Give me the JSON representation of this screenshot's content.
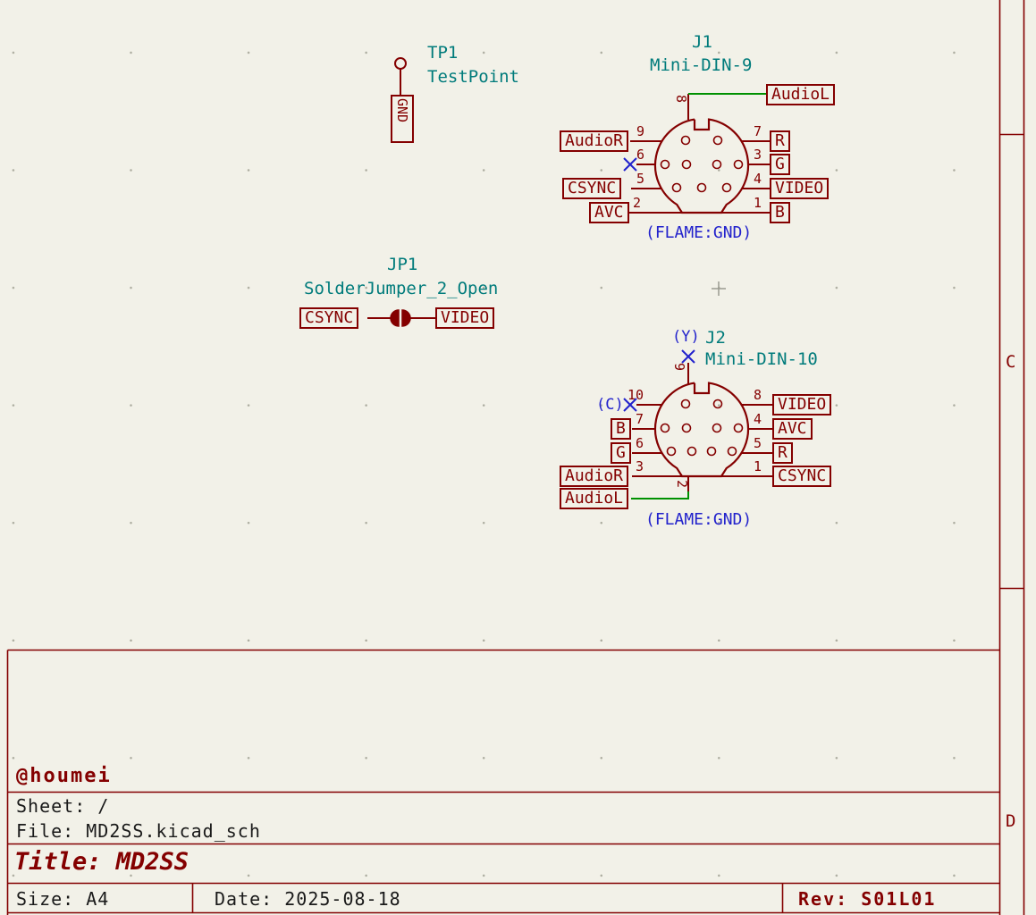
{
  "colors": {
    "background": "#F2F1E8",
    "symbol": "#840000",
    "field_text": "#007B7B",
    "annotation_blue": "#2222CC",
    "wire_green": "#009100",
    "frame": "#840000"
  },
  "testpoint": {
    "ref": "TP1",
    "value": "TestPoint",
    "net_label": "GND"
  },
  "jumper": {
    "ref": "JP1",
    "value": "SolderJumper_2_Open",
    "labels": {
      "left": "CSYNC",
      "right": "VIDEO"
    }
  },
  "connector1": {
    "ref": "J1",
    "value": "Mini-DIN-9",
    "note": "(FLAME:GND)",
    "pins": {
      "top": {
        "number": "8",
        "label": "AudioL"
      },
      "left": [
        {
          "number": "9",
          "label": "AudioR"
        },
        {
          "number": "6",
          "no_connect": true
        },
        {
          "number": "5",
          "label": "CSYNC"
        },
        {
          "number": "2",
          "label": "AVC"
        }
      ],
      "right": [
        {
          "number": "7",
          "label": "R"
        },
        {
          "number": "3",
          "label": "G"
        },
        {
          "number": "4",
          "label": "VIDEO"
        },
        {
          "number": "1",
          "label": "B"
        }
      ]
    }
  },
  "connector2": {
    "ref": "J2",
    "value": "Mini-DIN-10",
    "note": "(FLAME:GND)",
    "pins": {
      "top": {
        "number": "9",
        "annotation": "(Y)",
        "no_connect": true
      },
      "left": [
        {
          "number": "10",
          "annotation": "(C)",
          "no_connect": true
        },
        {
          "number": "7",
          "label": "B"
        },
        {
          "number": "6",
          "label": "G"
        },
        {
          "number": "3",
          "label": "AudioR"
        }
      ],
      "bottom": {
        "number": "2",
        "label": "AudioL"
      },
      "right": [
        {
          "number": "8",
          "label": "VIDEO"
        },
        {
          "number": "4",
          "label": "AVC"
        },
        {
          "number": "5",
          "label": "R"
        },
        {
          "number": "1",
          "label": "CSYNC"
        }
      ]
    }
  },
  "frame": {
    "zones": {
      "c": "C",
      "d": "D"
    }
  },
  "title_block": {
    "author": "@houmei",
    "sheet": "Sheet: /",
    "file": "File: MD2SS.kicad_sch",
    "title": "Title: MD2SS",
    "size": "Size: A4",
    "date": "Date: 2025-08-18",
    "rev": "Rev: S01L01"
  }
}
